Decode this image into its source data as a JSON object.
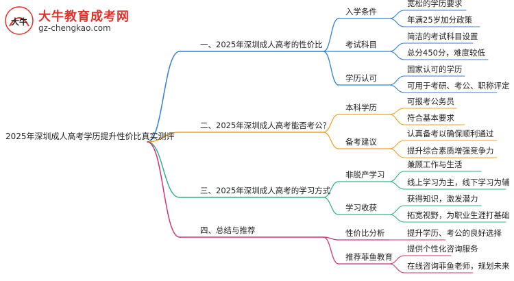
{
  "logo": {
    "title": "大牛教育成考网",
    "url": "gz-chengkao.com",
    "mark_text": "大牛"
  },
  "colors": {
    "branch_1": "#2f7fd8",
    "branch_2": "#f0a020",
    "branch_3": "#2fb38a",
    "branch_4": "#d0307a",
    "logo_red": "#e0312a",
    "text": "#222222"
  },
  "root": {
    "label": "2025年深圳成人高考学历提升性价比真实测评"
  },
  "branches": [
    {
      "label": "一、2025年深圳成人高考的性价比",
      "children": [
        {
          "label": "入学条件",
          "leaves": [
            "宽松的学历要求",
            "年满25岁加分政策"
          ]
        },
        {
          "label": "考试科目",
          "leaves": [
            "简洁的考试科目设置",
            "总分450分，难度较低"
          ]
        },
        {
          "label": "学历认可",
          "leaves": [
            "国家认可的学历",
            "可用于考研、考公、职称评定"
          ]
        }
      ]
    },
    {
      "label": "二、2025年深圳成人高考能否考公？",
      "children": [
        {
          "label": "本科学历",
          "leaves": [
            "可报考公务员",
            "符合基本要求"
          ]
        },
        {
          "label": "备考建议",
          "leaves": [
            "认真备考以确保顺利通过",
            "提升综合素质增强竞争力"
          ]
        }
      ]
    },
    {
      "label": "三、2025年深圳成人高考的学习方式",
      "children": [
        {
          "label": "非脱产学习",
          "leaves": [
            "兼顾工作与生活",
            "线上学习为主，线下学习为辅"
          ]
        },
        {
          "label": "学习收获",
          "leaves": [
            "获得知识，激发潜力",
            "拓宽视野，为职业生涯打基础"
          ]
        }
      ]
    },
    {
      "label": "四、总结与推荐",
      "children": [
        {
          "label": "性价比分析",
          "leaves": [
            "提升学历、考公的良好选择"
          ]
        },
        {
          "label": "推荐菲鱼教育",
          "leaves": [
            "提供个性化咨询服务",
            "在线咨询菲鱼老师，规划未来"
          ]
        }
      ]
    }
  ]
}
